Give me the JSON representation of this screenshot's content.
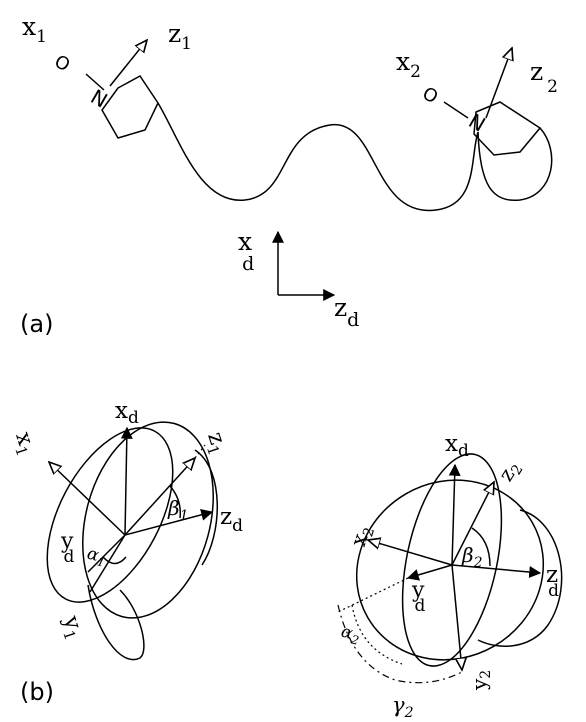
{
  "panel_a": {
    "label": "(a)",
    "mol1": {
      "x": "x",
      "x_sub": "1",
      "o": "O",
      "n": "N",
      "z": "z",
      "z_sub": "1"
    },
    "mol2": {
      "x": "x",
      "x_sub": "2",
      "o": "O",
      "n": "N",
      "z": "z",
      "z_sub": "2"
    },
    "frame": {
      "x": "x",
      "x_sub": "d",
      "z": "z",
      "z_sub": "d"
    }
  },
  "panel_b": {
    "label": "(b)",
    "left": {
      "xd": "x",
      "xd_sub": "d",
      "yd": "y",
      "yd_sub": "d",
      "zd": "z",
      "zd_sub": "d",
      "x1": "x",
      "x1_sub": "1",
      "y1": "y",
      "y1_sub": "1",
      "z1": "z",
      "z1_sub": "1",
      "alpha": "α",
      "alpha_sub": "1",
      "beta": "β",
      "beta_sub": "1"
    },
    "right": {
      "xd": "x",
      "xd_sub": "d",
      "yd": "y",
      "yd_sub": "d",
      "zd": "z",
      "zd_sub": "d",
      "x2": "x",
      "x2_sub": "2",
      "y2": "y",
      "y2_sub": "2",
      "z2": "z",
      "z2_sub": "2",
      "alpha": "α",
      "alpha_sub": "2",
      "beta": "β",
      "beta_sub": "2",
      "gamma": "γ",
      "gamma_sub": "2"
    }
  }
}
